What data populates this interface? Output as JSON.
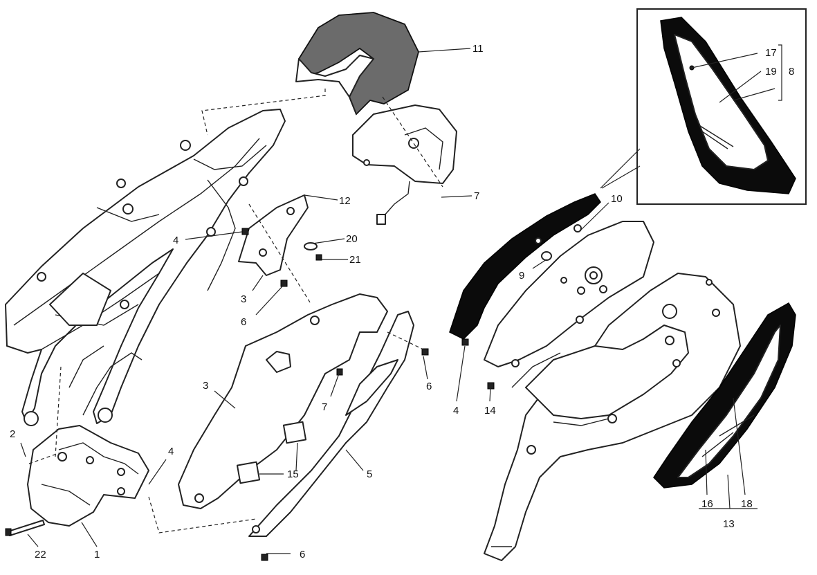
{
  "callouts": {
    "c1": "1",
    "c2": "2",
    "c3a": "3",
    "c3b": "3",
    "c4a": "4",
    "c4b": "4",
    "c4c": "4",
    "c5": "5",
    "c6a": "6",
    "c6b": "6",
    "c6c": "6",
    "c7a": "7",
    "c7b": "7",
    "c8": "8",
    "c9": "9",
    "c10": "10",
    "c11": "11",
    "c12": "12",
    "c13": "13",
    "c14": "14",
    "c15": "15",
    "c16": "16",
    "c17": "17",
    "c18": "18",
    "c19": "19",
    "c20": "20",
    "c21": "21",
    "c22": "22"
  },
  "colors": {
    "line": "#222222",
    "dark_part": "#0b0b0b",
    "grey_part": "#6b6b6b",
    "background": "#ffffff"
  },
  "icons": [
    "rear-frame",
    "number-plate-holder",
    "tail-light",
    "rear-guard",
    "side-panel",
    "exhaust-silencer",
    "heat-guard",
    "sticker-detail-inset"
  ]
}
